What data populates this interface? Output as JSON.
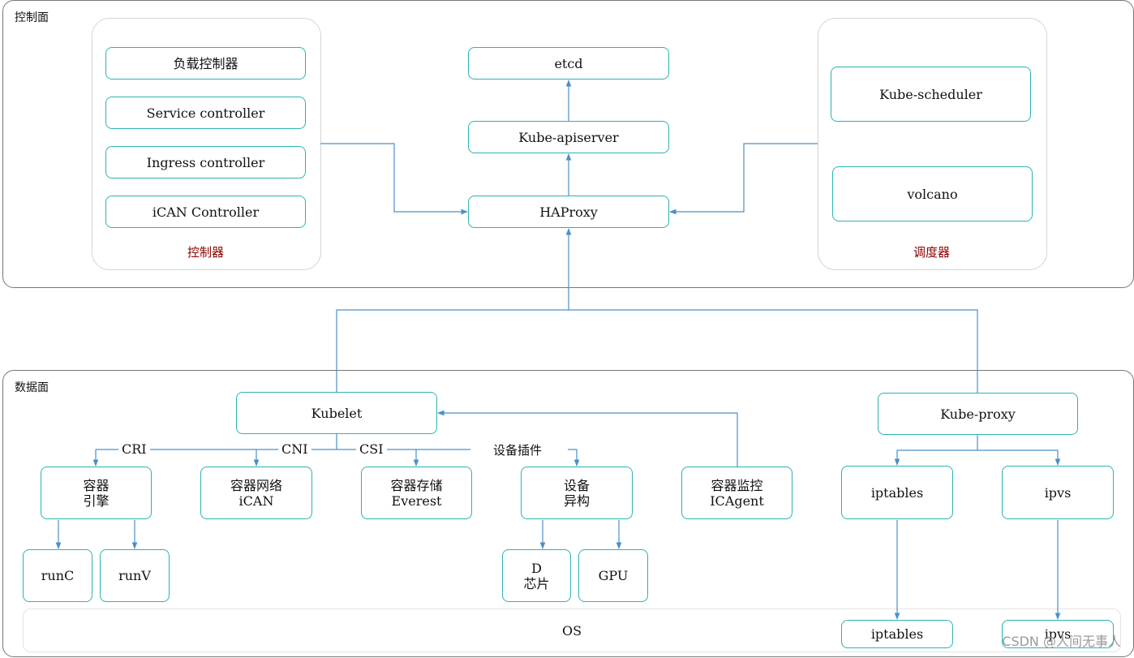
{
  "control_plane": {
    "label": "控制面",
    "controller_group": {
      "label": "控制器",
      "items": [
        "负载控制器",
        "Service controller",
        "Ingress controller",
        "iCAN Controller"
      ]
    },
    "etcd": "etcd",
    "apiserver": "Kube-apiserver",
    "haproxy": "HAProxy",
    "scheduler_group": {
      "label": "调度器",
      "items": [
        "Kube-scheduler",
        "volcano"
      ]
    }
  },
  "data_plane": {
    "label": "数据面",
    "kubelet": "Kubelet",
    "kube_proxy": "Kube-proxy",
    "interfaces": {
      "cri": "CRI",
      "cni": "CNI",
      "csi": "CSI",
      "device_plugin": "设备插件"
    },
    "container_engine": [
      "容器",
      "引擎"
    ],
    "container_network": [
      "容器网络",
      "iCAN"
    ],
    "container_storage": [
      "容器存储",
      "Everest"
    ],
    "device_hetero": [
      "设备",
      "异构"
    ],
    "container_monitor": [
      "容器监控",
      "ICAgent"
    ],
    "runc": "runC",
    "runv": "runV",
    "d_chip": [
      "D",
      "芯片"
    ],
    "gpu": "GPU",
    "iptables": "iptables",
    "ipvs": "ipvs",
    "os": "OS",
    "os_iptables": "iptables",
    "os_ipvs": "ipvs"
  },
  "watermark": "CSDN @人间无事人",
  "colors": {
    "node_border": "#2bb3b3",
    "wire": "#4a90c8",
    "group_label": "#8b0000"
  }
}
